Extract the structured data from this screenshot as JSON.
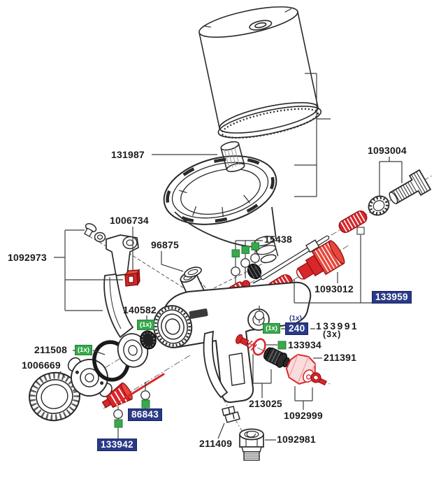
{
  "diagram": {
    "kind": "exploded-parts-diagram",
    "subject": "gravity-feed spray gun with cup, strainer and service parts",
    "colors": {
      "badge_navy": "#2a3a88",
      "badge_green": "#3aa84c",
      "part_red": "#d8262b",
      "part_pink": "#fadcdc",
      "outline": "#2a2a2a"
    }
  },
  "parts": {
    "p131987": "131987",
    "p1093004": "1093004",
    "p1006734": "1006734",
    "p96875": "96875",
    "p15438": "15438",
    "p1092973": "1092973",
    "p140582": "140582",
    "p1093012": "1093012",
    "p133959": "133959",
    "p240": "240",
    "p133991": "133991",
    "p211508": "211508",
    "p1006669": "1006669",
    "p133934": "133934",
    "p211391": "211391",
    "p213025": "213025",
    "p1092999": "1092999",
    "p86843": "86843",
    "p133942": "133942",
    "p211409": "211409",
    "p1092981": "1092981"
  },
  "qty": {
    "one": "(1x)",
    "three": "(3x)"
  }
}
